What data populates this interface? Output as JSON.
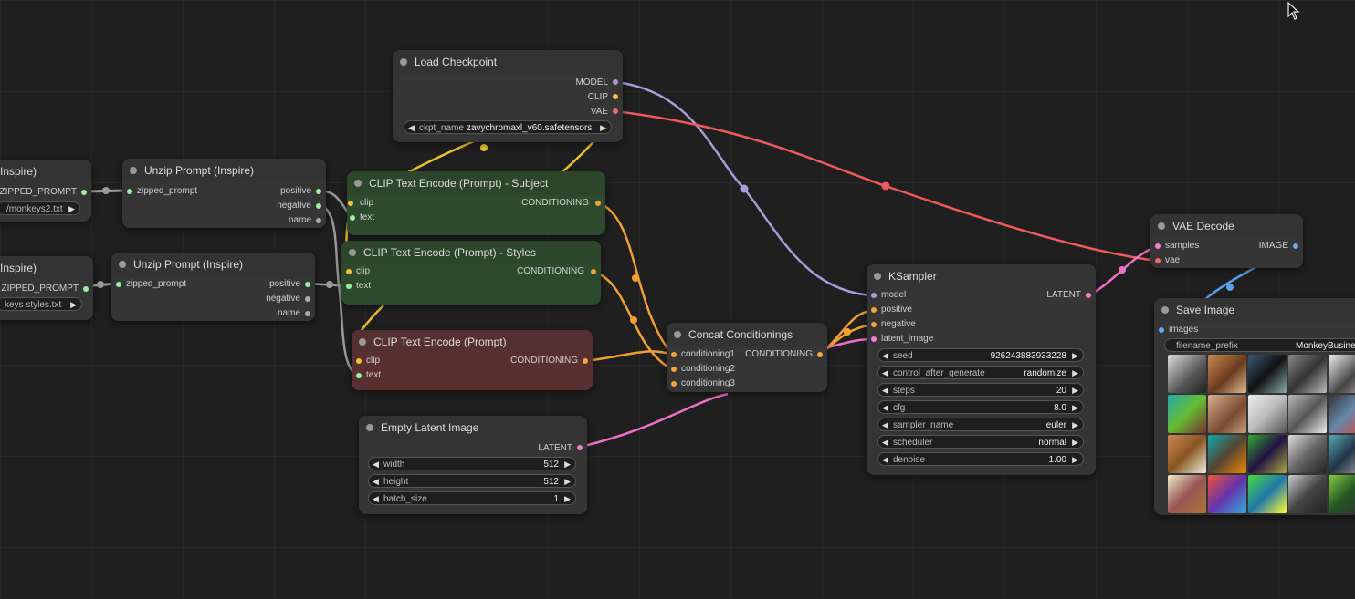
{
  "colors": {
    "model": "#a99ad8",
    "clip": "#f0c230",
    "vae": "#f06a6a",
    "conditioning": "#f4a43a",
    "latent": "#f07fd0",
    "image": "#6aa8f0",
    "string": "#9bf0a0",
    "grey": "#aaaaaa"
  },
  "nodes": {
    "load_partial_a": {
      "title": "Inspire)",
      "output": "ZIPPED_PROMPT",
      "widget_value": "/monkeys2.txt"
    },
    "load_partial_b": {
      "title": "Inspire)",
      "output": "ZIPPED_PROMPT",
      "widget_value": "keys styles.txt"
    },
    "unzip1": {
      "title": "Unzip Prompt (Inspire)",
      "input": "zipped_prompt",
      "outputs": [
        "positive",
        "negative",
        "name"
      ]
    },
    "unzip2": {
      "title": "Unzip Prompt (Inspire)",
      "input": "zipped_prompt",
      "outputs": [
        "positive",
        "negative",
        "name"
      ]
    },
    "checkpoint": {
      "title": "Load Checkpoint",
      "outputs": [
        "MODEL",
        "CLIP",
        "VAE"
      ],
      "ckpt_label": "ckpt_name",
      "ckpt_value": "zavychromaxl_v60.safetensors"
    },
    "clip_subject": {
      "title": "CLIP Text Encode (Prompt) - Subject",
      "inputs": [
        "clip",
        "text"
      ],
      "output": "CONDITIONING"
    },
    "clip_styles": {
      "title": "CLIP Text Encode (Prompt) - Styles",
      "inputs": [
        "clip",
        "text"
      ],
      "output": "CONDITIONING"
    },
    "clip_neg": {
      "title": "CLIP Text Encode (Prompt)",
      "inputs": [
        "clip",
        "text"
      ],
      "output": "CONDITIONING"
    },
    "concat": {
      "title": "Concat Conditionings",
      "inputs": [
        "conditioning1",
        "conditioning2",
        "conditioning3"
      ],
      "output": "CONDITIONING"
    },
    "empty_latent": {
      "title": "Empty Latent Image",
      "output": "LATENT",
      "widgets": [
        {
          "label": "width",
          "value": "512"
        },
        {
          "label": "height",
          "value": "512"
        },
        {
          "label": "batch_size",
          "value": "1"
        }
      ]
    },
    "ksampler": {
      "title": "KSampler",
      "inputs": [
        "model",
        "positive",
        "negative",
        "latent_image"
      ],
      "output": "LATENT",
      "widgets": [
        {
          "label": "seed",
          "value": "926243883933228"
        },
        {
          "label": "control_after_generate",
          "value": "randomize"
        },
        {
          "label": "steps",
          "value": "20"
        },
        {
          "label": "cfg",
          "value": "8.0"
        },
        {
          "label": "sampler_name",
          "value": "euler"
        },
        {
          "label": "scheduler",
          "value": "normal"
        },
        {
          "label": "denoise",
          "value": "1.00"
        }
      ]
    },
    "vae_decode": {
      "title": "VAE Decode",
      "inputs": [
        "samples",
        "vae"
      ],
      "output": "IMAGE"
    },
    "save_image": {
      "title": "Save Image",
      "input": "images",
      "prefix_label": "filename_prefix",
      "prefix_value": "MonkeyBusines"
    }
  }
}
